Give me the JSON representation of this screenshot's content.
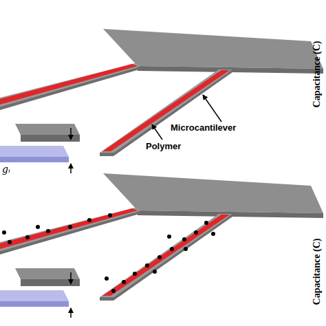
{
  "diagram": {
    "labels": [
      "Microcantilever",
      "Polymer",
      "gᵢ",
      "Capacitance (C)",
      "Capacitance (C)"
    ]
  }
}
